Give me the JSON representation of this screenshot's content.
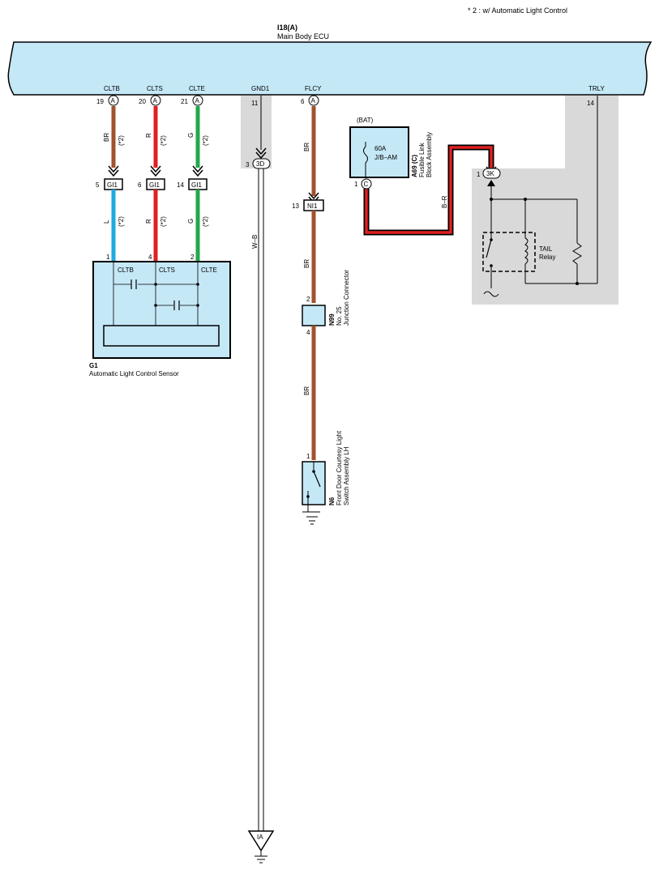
{
  "note": "* 2 : w/ Automatic Light Control",
  "colors": {
    "ecu_fill": "#c5e8f7",
    "gray_area": "#d9d9d9",
    "wire_brown": "#a0522d",
    "wire_red": "#e02020",
    "wire_green": "#22a84a",
    "wire_blue": "#1fa9e1",
    "wire_black": "#000000"
  },
  "ecu": {
    "code": "I18(A)",
    "name": "Main Body ECU",
    "terminals": [
      {
        "name": "CLTB",
        "pin": "19",
        "conn": "A"
      },
      {
        "name": "CLTS",
        "pin": "20",
        "conn": "A"
      },
      {
        "name": "CLTE",
        "pin": "21",
        "conn": "A"
      },
      {
        "name": "GND1",
        "pin": "11",
        "conn": ""
      },
      {
        "name": "FLCY",
        "pin": "6",
        "conn": "A"
      },
      {
        "name": "TRLY",
        "pin": "14",
        "conn": ""
      }
    ]
  },
  "upper_wires": [
    {
      "color": "BR",
      "note": "(*2)"
    },
    {
      "color": "R",
      "note": "(*2)"
    },
    {
      "color": "G",
      "note": "(*2)"
    }
  ],
  "lower_wires": [
    {
      "color": "L",
      "note": "(*2)"
    },
    {
      "color": "R",
      "note": "(*2)"
    },
    {
      "color": "G",
      "note": "(*2)"
    }
  ],
  "gi1_connectors": [
    {
      "pin": "5",
      "label": "GI1"
    },
    {
      "pin": "6",
      "label": "GI1"
    },
    {
      "pin": "14",
      "label": "GI1"
    }
  ],
  "sensor": {
    "code": "G1",
    "name": "Automatic Light Control Sensor",
    "pins": [
      "1",
      "4",
      "2"
    ],
    "terminals": [
      "CLTB",
      "CLTS",
      "CLTE"
    ]
  },
  "ground_wire": {
    "color": "W–B",
    "joint_pin": "3",
    "joint_label": "3D",
    "ground_label": "IA"
  },
  "flcy_wire": {
    "color1": "BR",
    "conn_pin": "13",
    "conn_label": "NI1",
    "color2": "BR",
    "junction_pin_top": "2",
    "junction_pin_bottom": "4",
    "junction_code": "N99",
    "junction_no": "No. 25",
    "junction_name": "Junction Connector",
    "color3": "BR",
    "switch_pin": "1",
    "switch_code": "N6",
    "switch_name1": "Front Door Courtesy Light",
    "switch_name2": "Switch Assembly LH"
  },
  "fusible": {
    "bat": "(BAT)",
    "rating": "60A",
    "fuse_name": "J/B–AM",
    "code": "A69 (C)",
    "name1": "Fusible Link",
    "name2": "Block Assembly",
    "pin": "1",
    "conn": "C",
    "wire_color": "B–R"
  },
  "relay": {
    "pin": "1",
    "conn": "3K",
    "name1": "TAIL",
    "name2": "Relay"
  }
}
